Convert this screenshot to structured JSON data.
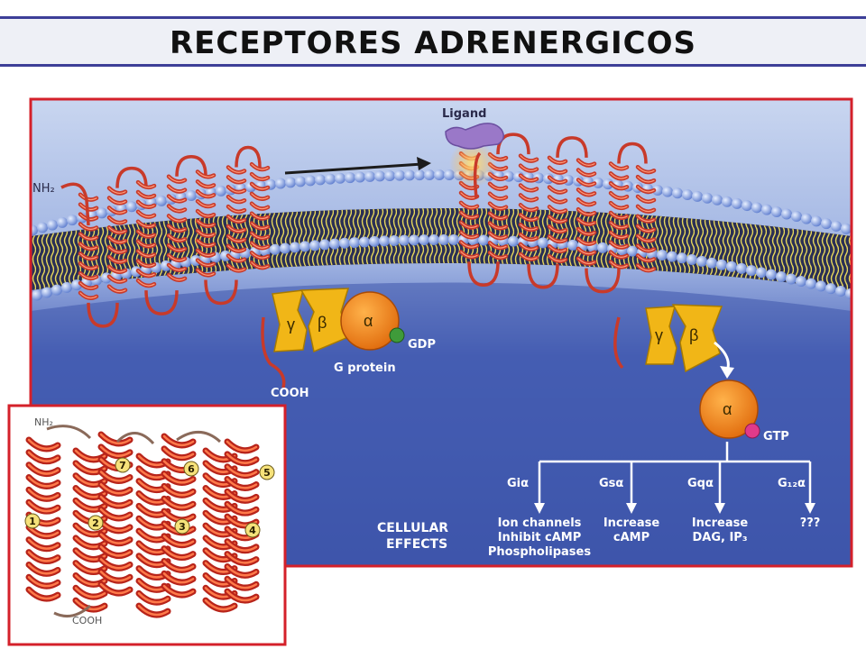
{
  "title": "RECEPTORES ADRENERGICOS",
  "labels": {
    "ligand": "Ligand",
    "nh2": "NH₂",
    "cooh": "COOH",
    "g_protein": "G protein",
    "gdp": "GDP",
    "gtp": "GTP",
    "gamma": "γ",
    "beta": "β",
    "alpha": "α",
    "cellular_effects_line1": "CELLULAR",
    "cellular_effects_line2": "EFFECTS"
  },
  "branches": [
    {
      "name": "Giα",
      "effects": [
        "Ion channels",
        "Inhibit cAMP",
        "Phospholipases"
      ]
    },
    {
      "name": "Gsα",
      "effects": [
        "Increase",
        "cAMP"
      ]
    },
    {
      "name": "Gqα",
      "effects": [
        "Increase",
        "DAG, IP₃"
      ]
    },
    {
      "name": "G₁₂α",
      "effects": [
        "???"
      ]
    }
  ],
  "inset": {
    "nh2": "NH₂",
    "cooh": "COOH",
    "helix_numbers": [
      "1",
      "2",
      "3",
      "4",
      "5",
      "6",
      "7"
    ]
  },
  "colors": {
    "membrane_bg": "#4a63b8",
    "lipid_head": "#9bb5e8",
    "helix": "#c83a2a",
    "g_protein_subunit": "#f1b617",
    "alpha_subunit": "#f08a1a",
    "frame": "#d4202a"
  }
}
